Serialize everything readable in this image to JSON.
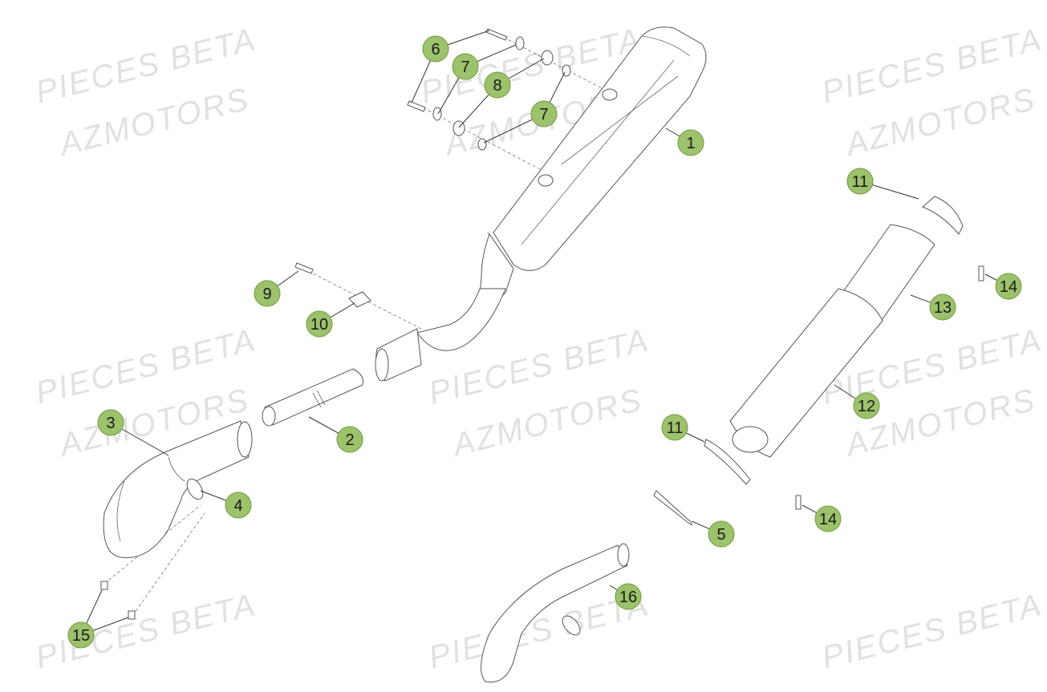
{
  "watermark": {
    "line1": "PIECES BETA",
    "line2": "AZMOTORS"
  },
  "colors": {
    "callout_fill": "#9cc26b",
    "callout_stroke": "#6f9a3e",
    "line": "#555555",
    "watermark": "#c9c9c9"
  },
  "callouts": [
    "1",
    "2",
    "3",
    "4",
    "5",
    "6",
    "7",
    "7",
    "8",
    "9",
    "10",
    "11",
    "11",
    "12",
    "13",
    "14",
    "14",
    "15",
    "16"
  ]
}
